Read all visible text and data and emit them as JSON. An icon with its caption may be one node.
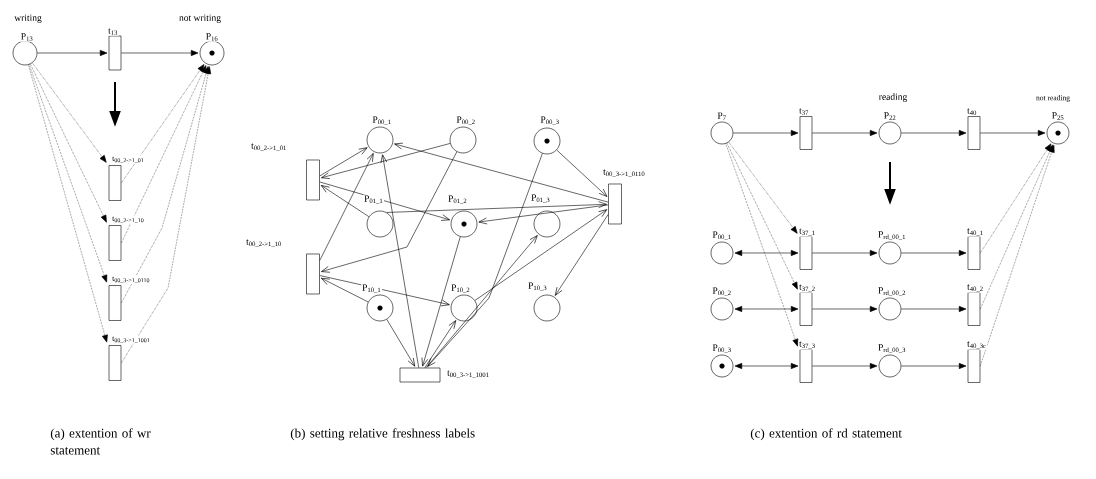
{
  "diagram": {
    "nodes": [
      {
        "text": [
          "writing",
          "P$_{13}$"
        ]
      },
      {
        "text": [
          "t$_{13}$"
        ]
      },
      {
        "text": [
          "not writing",
          "P$_{16}$"
        ]
      },
      {
        "text": [
          "t$_{00_2->1_01}$"
        ]
      },
      {
        "text": [
          "t$_{00_2->1_10}$"
        ]
      },
      {
        "text": [
          "t$_{00_3->1_0110}$"
        ]
      },
      {
        "text": [
          "t$_{00_3->1_1001}$"
        ]
      },
      {
        "text": [
          "t$_{00_2->1_01}$"
        ]
      },
      {
        "text": [
          "P$_{00_1}$"
        ]
      },
      {
        "text": [
          "P$_{00_2}$"
        ]
      },
      {
        "text": [
          "P$_{00_3}$"
        ]
      },
      {
        "text": [
          "t$_{00_3->1_0110}$"
        ]
      },
      {
        "text": [
          "P$_{01_1}$"
        ]
      },
      {
        "text": [
          "P$_{01_2}$"
        ]
      },
      {
        "text": [
          "P$_{01_3}$"
        ]
      },
      {
        "text": [
          "t$_{00_2->1_10}$"
        ]
      },
      {
        "text": [
          "P$_{10_1}$"
        ]
      },
      {
        "text": [
          "P$_{10_2}$"
        ]
      },
      {
        "text": [
          "P$_{10_3}$"
        ]
      },
      {
        "text": [
          "t$_{00_3->1_1001}$"
        ]
      },
      {
        "text": [
          "P$_{7}$"
        ]
      },
      {
        "text": [
          "t$_{37}$"
        ]
      },
      {
        "text": [
          "reading",
          "P$_{22}$"
        ]
      },
      {
        "text": [
          "t$_{40}$"
        ]
      },
      {
        "text": [
          "not reading",
          "P$_{25}$"
        ]
      },
      {
        "text": [
          "P$_{00_1}$"
        ]
      },
      {
        "text": [
          "t$_{37_1}$"
        ]
      },
      {
        "text": [
          "P$_{rd_00_1}$"
        ]
      },
      {
        "text": [
          "t$_{40_1}$"
        ]
      },
      {
        "text": [
          "P$_{00_2}$"
        ]
      },
      {
        "text": [
          "t$_{37_2}$"
        ]
      },
      {
        "text": [
          "P$_{rd_00_2}$"
        ]
      },
      {
        "text": [
          "t$_{40_2}$"
        ]
      },
      {
        "text": [
          "P$_{00_3}$"
        ]
      },
      {
        "text": [
          "t$_{37_3}$"
        ]
      },
      {
        "text": [
          "P$_{rd_00_3}$"
        ]
      },
      {
        "text": [
          "t$_{40_3c}$"
        ]
      }
    ],
    "edges": [
      {
        "from": 0,
        "to": 1,
        "arrow": "to"
      },
      {
        "from": 1,
        "to": 2,
        "arrow": "to"
      },
      {
        "from": 0,
        "to": 3,
        "arrow": "to",
        "style": "dashed"
      },
      {
        "from": 0,
        "to": 4,
        "arrow": "to",
        "style": "dashed"
      },
      {
        "from": 0,
        "to": 5,
        "arrow": "to",
        "style": "dashed"
      },
      {
        "from": 0,
        "to": 6,
        "arrow": "to",
        "style": "dashed"
      },
      {
        "from": 3,
        "to": 2,
        "arrow": "to",
        "style": "dashed"
      },
      {
        "from": 4,
        "to": 2,
        "arrow": "to",
        "style": "dashed"
      },
      {
        "from": 5,
        "to": 2,
        "arrow": "to",
        "style": "dashed"
      },
      {
        "from": 6,
        "to": 2,
        "arrow": "to",
        "style": "dashed"
      },
      {
        "from": 7,
        "to": 8,
        "arrow": "to"
      },
      {
        "from": 9,
        "to": 7,
        "arrow": "to"
      },
      {
        "from": 7,
        "to": 13,
        "arrow": "to"
      },
      {
        "from": 12,
        "to": 7,
        "arrow": "to"
      },
      {
        "from": 15,
        "to": 8,
        "arrow": "to"
      },
      {
        "from": 9,
        "to": 15,
        "arrow": "to"
      },
      {
        "from": 15,
        "to": 17,
        "arrow": "to"
      },
      {
        "from": 16,
        "to": 15,
        "arrow": "to"
      },
      {
        "from": 10,
        "to": 11,
        "arrow": "to"
      },
      {
        "from": 11,
        "to": 8,
        "arrow": "to"
      },
      {
        "from": 12,
        "to": 11,
        "arrow": "to"
      },
      {
        "from": 11,
        "to": 13,
        "arrow": "to"
      },
      {
        "from": 17,
        "to": 11,
        "arrow": "to"
      },
      {
        "from": 11,
        "to": 18,
        "arrow": "to"
      },
      {
        "from": 16,
        "to": 19,
        "arrow": "to"
      },
      {
        "from": 19,
        "to": 8,
        "arrow": "to"
      },
      {
        "from": 13,
        "to": 19,
        "arrow": "to"
      },
      {
        "from": 10,
        "to": 19,
        "arrow": "to"
      },
      {
        "from": 19,
        "to": 17,
        "arrow": "to"
      },
      {
        "from": 19,
        "to": 14,
        "arrow": "to"
      },
      {
        "from": 20,
        "to": 21,
        "arrow": "to"
      },
      {
        "from": 21,
        "to": 22,
        "arrow": "to"
      },
      {
        "from": 22,
        "to": 23,
        "arrow": "to"
      },
      {
        "from": 23,
        "to": 24,
        "arrow": "to"
      },
      {
        "from": 25,
        "to": 26,
        "arrow": "both"
      },
      {
        "from": 26,
        "to": 27,
        "arrow": "to"
      },
      {
        "from": 27,
        "to": 28,
        "arrow": "to"
      },
      {
        "from": 29,
        "to": 30,
        "arrow": "both"
      },
      {
        "from": 30,
        "to": 31,
        "arrow": "to"
      },
      {
        "from": 31,
        "to": 32,
        "arrow": "to"
      },
      {
        "from": 33,
        "to": 34,
        "arrow": "both"
      },
      {
        "from": 34,
        "to": 35,
        "arrow": "to"
      },
      {
        "from": 35,
        "to": 36,
        "arrow": "to"
      },
      {
        "from": 20,
        "to": 26,
        "arrow": "to",
        "style": "dashed"
      },
      {
        "from": 20,
        "to": 30,
        "arrow": "to",
        "style": "dashed"
      },
      {
        "from": 20,
        "to": 34,
        "arrow": "to",
        "style": "dashed"
      },
      {
        "from": 28,
        "to": 24,
        "arrow": "to",
        "style": "dashed"
      },
      {
        "from": 32,
        "to": 24,
        "arrow": "to",
        "style": "dashed"
      },
      {
        "from": 36,
        "to": 24,
        "arrow": "to",
        "style": "dashed"
      }
    ],
    "labels": [
      "(a) extention of wr statement",
      "(b) setting relative freshness labels",
      "(c) extention of rd statement"
    ]
  }
}
